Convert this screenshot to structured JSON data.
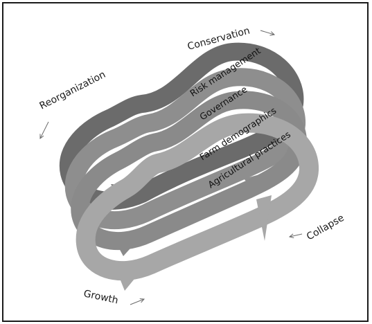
{
  "phases": {
    "conservation": "Conservation",
    "reorganization": "Reorganization",
    "collapse": "Collapse",
    "growth": "Growth"
  },
  "loops": [
    {
      "label": "Risk management",
      "color": "#6b6b6b"
    },
    {
      "label": "Governance",
      "color": "#8e8e8e"
    },
    {
      "label": "Farm demographics",
      "color": "#8a8a8a"
    },
    {
      "label": "Agricultural practices",
      "color": "#a7a7a7"
    }
  ],
  "arrow_color": "#6a6a6a"
}
